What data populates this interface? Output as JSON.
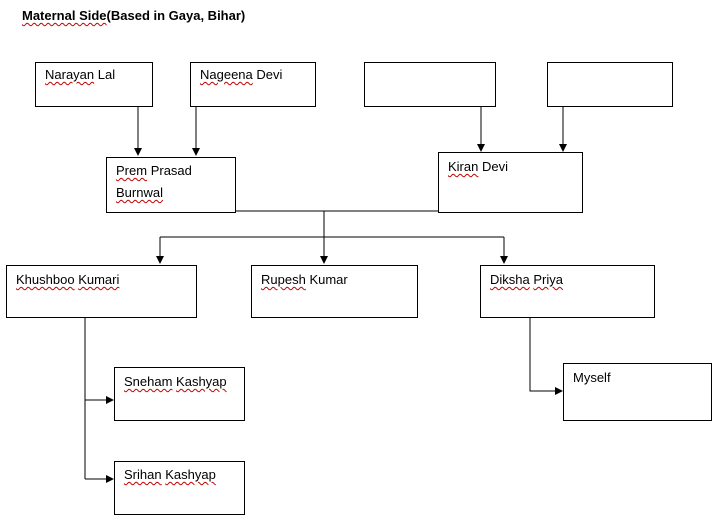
{
  "title": {
    "main": "Maternal Side",
    "sub": "(Based in Gaya, Bihar)"
  },
  "people": {
    "narayan": {
      "first": "Narayan",
      "last": "Lal"
    },
    "nageena": {
      "first": "Nageena",
      "last": "Devi"
    },
    "unknown1": {
      "first": "",
      "last": ""
    },
    "unknown2": {
      "first": "",
      "last": ""
    },
    "prem": {
      "first": "Prem",
      "middle": "Prasad",
      "last": "Burnwal"
    },
    "kiran": {
      "first": "Kiran",
      "last": "Devi"
    },
    "khushboo": {
      "first": "Khushboo",
      "last": "Kumari"
    },
    "rupesh": {
      "first": "Rupesh",
      "last": "Kumar"
    },
    "diksha": {
      "first": "Diksha",
      "last": "Priya"
    },
    "sneham": {
      "first": "Sneham",
      "last": "Kashyap"
    },
    "srihan": {
      "first": "Srihan",
      "last": "Kashyap"
    },
    "myself": {
      "first": "Myself"
    }
  }
}
